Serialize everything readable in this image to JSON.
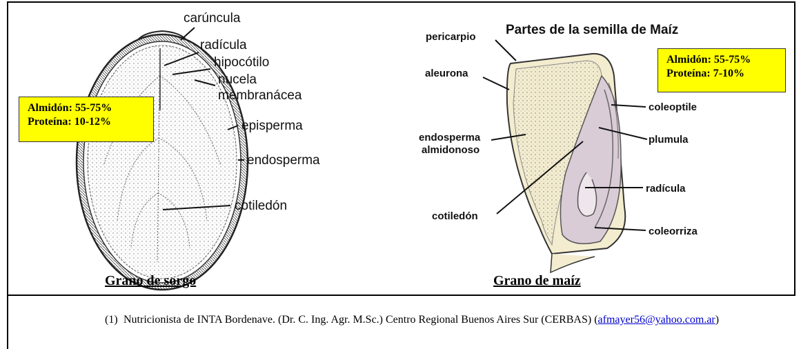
{
  "sorgo": {
    "labels": {
      "caruncula": "carúncula",
      "radicula": "radícula",
      "hipocotilo": "hipocótilo",
      "nucela": "nucela",
      "membranacea": "membranácea",
      "episperma": "episperma",
      "endosperma": "endosperma",
      "cotiledon": "cotiledón"
    },
    "box": {
      "almidon": "Almidón: 55-75%",
      "proteina": "Proteína: 10-12%"
    },
    "caption": "Grano de sorgo"
  },
  "maiz": {
    "title": "Partes de la semilla de Maíz",
    "labels": {
      "pericarpio": "pericarpio",
      "aleurona": "aleurona",
      "endosperma1": "endosperma",
      "endosperma2": "almidonoso",
      "cotiledon": "cotiledón",
      "coleoptile": "coleoptile",
      "plumula": "plumula",
      "radicula": "radícula",
      "coleorriza": "coleorriza"
    },
    "box": {
      "almidon": "Almidón: 55-75%",
      "proteina": "Proteína: 7-10%"
    },
    "caption": "Grano de maíz"
  },
  "footnote": {
    "number": "(1)",
    "text": "Nutricionista de INTA Bordenave. (Dr. C. Ing. Agr. M.Sc.) Centro Regional Buenos Aires Sur (CERBAS) (",
    "email": "afmayer56@yahoo.com.ar",
    "close": ")"
  },
  "colors": {
    "highlight": "#ffff00",
    "link": "#0000cc"
  }
}
